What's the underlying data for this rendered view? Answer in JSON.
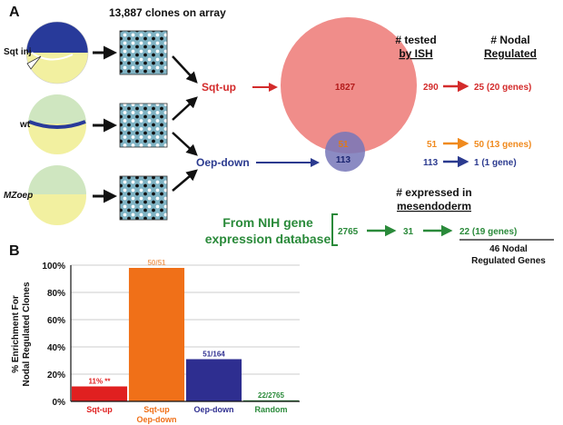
{
  "panel_a": {
    "label": "A",
    "clones_title": "13,887 clones on array",
    "embryos": [
      {
        "label": "Sqt inj",
        "italic": false
      },
      {
        "label": "wt",
        "italic": false
      },
      {
        "label": "MZoep",
        "italic": true
      }
    ],
    "sqt_up_label": "Sqt-up",
    "oep_down_label": "Oep-down",
    "venn": {
      "sqt_up_count": "1827",
      "overlap_count": "51",
      "oep_down_count": "113"
    },
    "col_tested_line1": "# tested",
    "col_tested_line2": "by ISH",
    "col_nodal_line1": "# Nodal",
    "col_nodal_line2": "Regulated",
    "rows": [
      {
        "tested": "290",
        "result": "25 (20 genes)",
        "color": "#d32b2b"
      },
      {
        "tested": "51",
        "result": "50 (13 genes)",
        "color": "#f08a1e"
      },
      {
        "tested": "113",
        "result": "1 (1 gene)",
        "color": "#2b3a8f"
      }
    ],
    "nih_line1": "From NIH gene",
    "nih_line2": "expression database",
    "expr_line1": "# expressed in",
    "expr_line2": "mesendoderm",
    "nih_count": "2765",
    "nih_expressed": "31",
    "nih_result": "22 (19 genes)",
    "total_line1": "46 Nodal",
    "total_line2": "Regulated Genes",
    "colors": {
      "red": "#d32b2b",
      "orange": "#f08a1e",
      "blue": "#2b3a8f",
      "green": "#2a8a3a"
    }
  },
  "panel_b": {
    "label": "B",
    "chart_data": {
      "type": "bar",
      "ylabel_line1": "% Enrichment For",
      "ylabel_line2": "Nodal Regulated Clones",
      "ylim": [
        0,
        100
      ],
      "yticks": [
        "0%",
        "20%",
        "40%",
        "60%",
        "80%",
        "100%"
      ],
      "categories": [
        "Sqt-up",
        "Sqt-up Oep-down",
        "Oep-down",
        "Random"
      ],
      "category_lines": [
        [
          "Sqt-up"
        ],
        [
          "Sqt-up",
          "Oep-down"
        ],
        [
          "Oep-down"
        ],
        [
          "Random"
        ]
      ],
      "values": [
        11,
        98,
        31,
        0.8
      ],
      "data_labels": [
        "11% **",
        "50/51",
        "51/164",
        "22/2765"
      ],
      "colors": [
        "#e02020",
        "#f07018",
        "#2e2e90",
        "#2a8a3a"
      ]
    }
  }
}
